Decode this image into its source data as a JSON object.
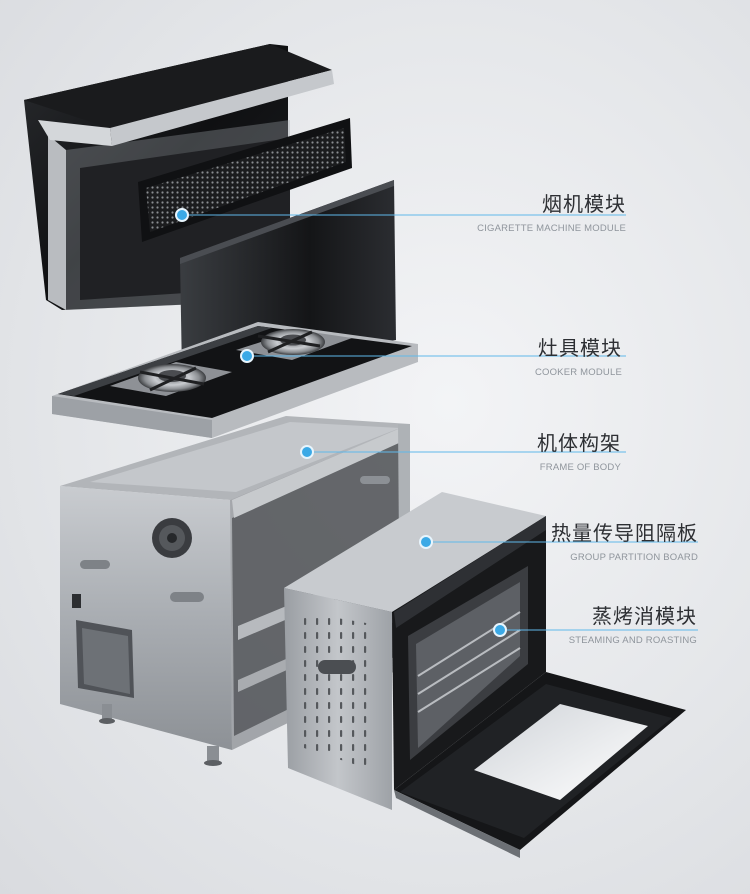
{
  "callouts": [
    {
      "cn": "烟机模块",
      "en": "CIGARETTE MACHINE MODULE"
    },
    {
      "cn": "灶具模块",
      "en": "COOKER MODULE"
    },
    {
      "cn": "机体构架",
      "en": "FRAME OF BODY"
    },
    {
      "cn": "热量传导阻隔板",
      "en": "GROUP PARTITION BOARD"
    },
    {
      "cn": "蒸烤消模块",
      "en": "STEAMING AND ROASTING"
    }
  ],
  "colors": {
    "accent_dot": "#3ba9e6",
    "leader_line": "#5fb8ea",
    "background": "#e9eaec"
  }
}
